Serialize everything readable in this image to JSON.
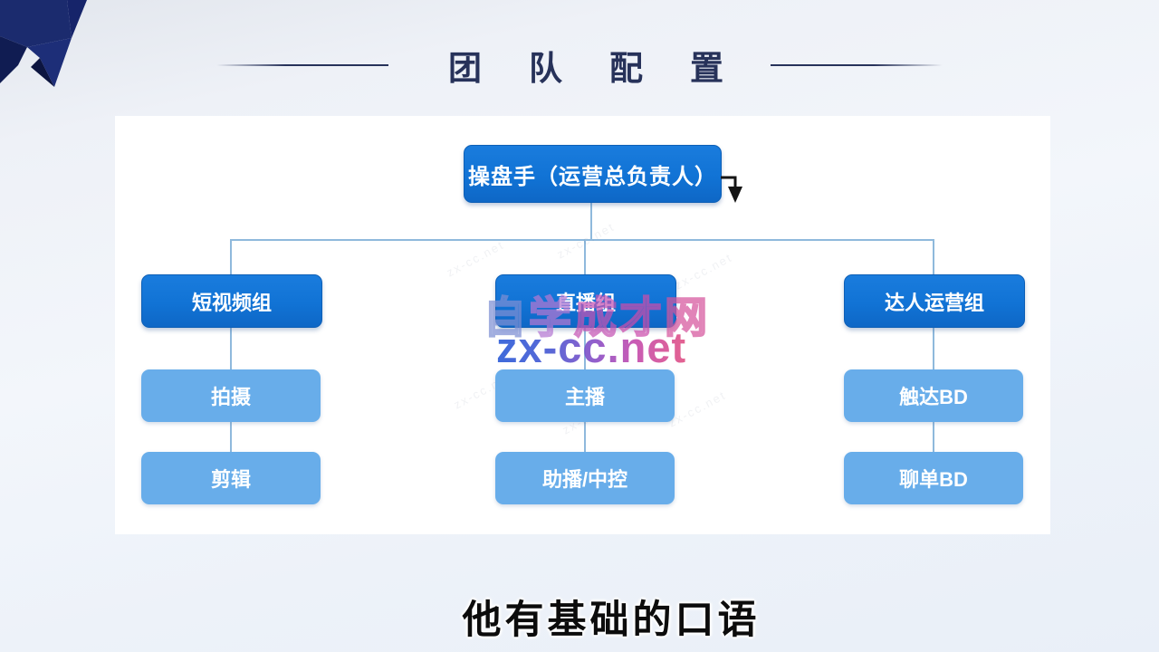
{
  "title": {
    "text": "团队配置"
  },
  "subtitle": "他有基础的口语",
  "org_chart": {
    "root": "操盘手（运营总负责人）",
    "columns": [
      {
        "group": "短视频组",
        "members": [
          "拍摄",
          "剪辑"
        ]
      },
      {
        "group": "直播组",
        "members": [
          "主播",
          "助播/中控"
        ]
      },
      {
        "group": "达人运营组",
        "members": [
          "触达BD",
          "聊单BD"
        ]
      }
    ]
  },
  "watermark": {
    "brand": "自学成才网",
    "site": "zx-cc.net",
    "tile": "zx-cc.net",
    "char_colors": [
      "#7e8fd4",
      "#b478d2",
      "#c554b4",
      "#cc4dac",
      "#d6559e"
    ]
  },
  "colors": {
    "primary_blue": "#1173d5",
    "primary_blue_dark": "#0d5fb6",
    "light_blue": "#68adea",
    "connector": "#8fb9dc",
    "title_navy": "#27325a"
  }
}
